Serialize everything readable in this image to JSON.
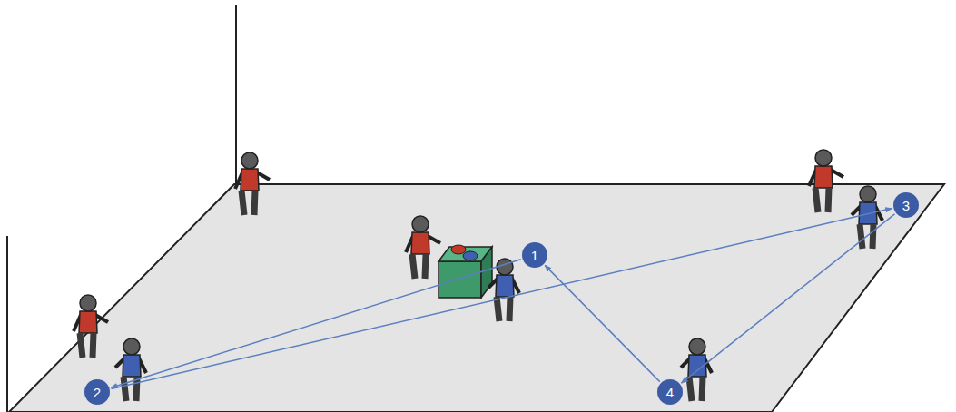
{
  "diagram": {
    "nodes": [
      {
        "text": [
          "1"
        ]
      },
      {
        "text": [
          "2"
        ]
      },
      {
        "text": [
          "3"
        ]
      },
      {
        "text": [
          "4"
        ]
      }
    ],
    "edges": [
      {
        "from": 0,
        "to": 1,
        "arrow": "to"
      },
      {
        "from": 1,
        "to": 2,
        "arrow": "to"
      },
      {
        "from": 2,
        "to": 3,
        "arrow": "to"
      },
      {
        "from": 3,
        "to": 0,
        "arrow": "to"
      }
    ]
  }
}
